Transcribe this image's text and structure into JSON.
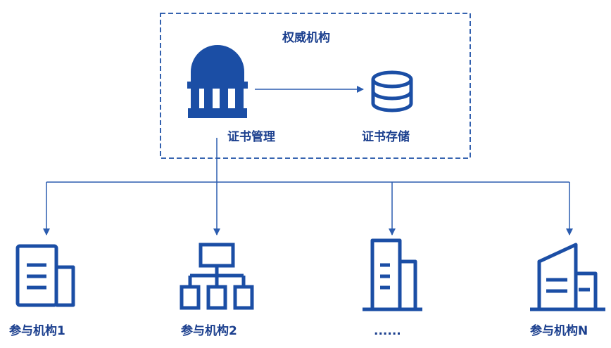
{
  "authority": {
    "title": "权威机构",
    "cert_management": "证书管理",
    "cert_storage": "证书存储"
  },
  "participants": [
    {
      "label": "参与机构1",
      "icon": "document-building-icon"
    },
    {
      "label": "参与机构2",
      "icon": "org-chart-icon"
    },
    {
      "label": "......",
      "icon": "office-tower-icon"
    },
    {
      "label": "参与机构N",
      "icon": "slanted-building-icon"
    }
  ],
  "colors": {
    "primary": "#1b4ea5",
    "line": "#2b5caf",
    "text": "#1b3f8e"
  }
}
